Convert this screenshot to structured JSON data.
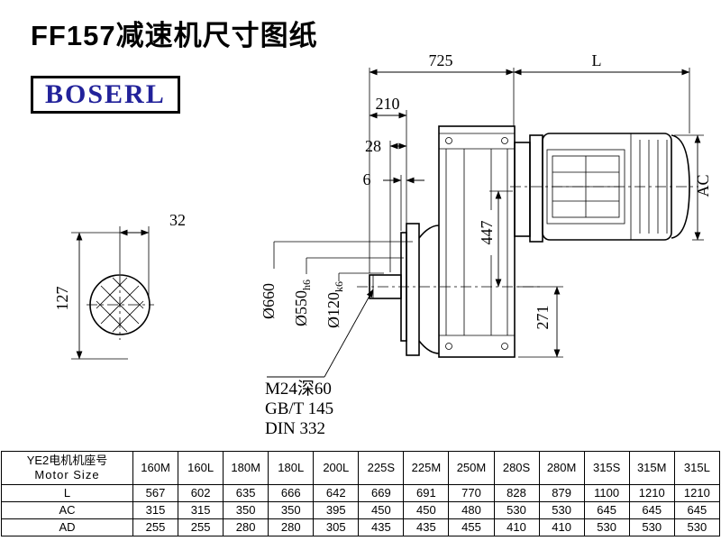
{
  "page": {
    "title": "FF157减速机尺寸图纸",
    "brand": "BOSERL"
  },
  "drawing": {
    "dim_overall": "725",
    "dim_motor_length": "L",
    "dim_210": "210",
    "dim_28": "28",
    "dim_6": "6",
    "dim_447": "447",
    "dim_271": "271",
    "dim_ac": "AC",
    "dim_32": "32",
    "dim_127": "127",
    "dia_flange": "Ø660",
    "dia_spigot": "Ø550",
    "dia_spigot_tol": "h6",
    "dia_shaft": "Ø120",
    "dia_shaft_tol": "k6",
    "notes": {
      "tap": "M24深60",
      "gb": "GB/T 145",
      "din": "DIN 332"
    }
  },
  "table": {
    "header_cn": "YE2电机机座号",
    "header_en": "Motor Size",
    "columns": [
      "160M",
      "160L",
      "180M",
      "180L",
      "200L",
      "225S",
      "225M",
      "250M",
      "280S",
      "280M",
      "315S",
      "315M",
      "315L"
    ],
    "rows": [
      {
        "label": "L",
        "values": [
          "567",
          "602",
          "635",
          "666",
          "642",
          "669",
          "691",
          "770",
          "828",
          "879",
          "1100",
          "1210",
          "1210"
        ]
      },
      {
        "label": "AC",
        "values": [
          "315",
          "315",
          "350",
          "350",
          "395",
          "450",
          "450",
          "480",
          "530",
          "530",
          "645",
          "645",
          "645"
        ]
      },
      {
        "label": "AD",
        "values": [
          "255",
          "255",
          "280",
          "280",
          "305",
          "435",
          "435",
          "455",
          "410",
          "410",
          "530",
          "530",
          "530"
        ]
      }
    ]
  }
}
